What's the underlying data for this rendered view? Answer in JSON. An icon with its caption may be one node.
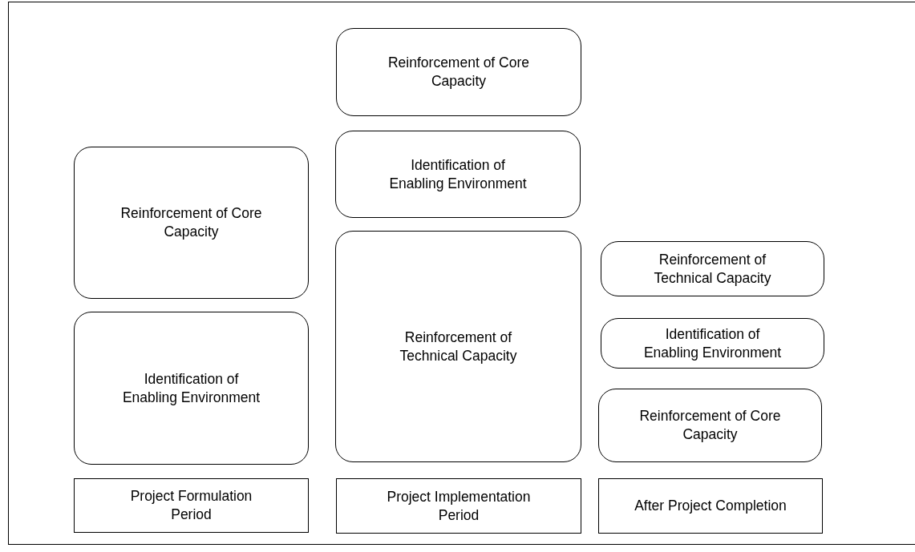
{
  "diagram": {
    "nodes": [
      {
        "text": [
          "Reinforcement of Core Capacity"
        ]
      },
      {
        "text": [
          "Identification of Enabling Environment"
        ]
      },
      {
        "text": [
          "Project Formulation Period"
        ]
      },
      {
        "text": [
          "Reinforcement of Core Capacity"
        ]
      },
      {
        "text": [
          "Identification of Enabling Environment"
        ]
      },
      {
        "text": [
          "Reinforcement of Technical Capacity"
        ]
      },
      {
        "text": [
          "Project Implementation Period"
        ]
      },
      {
        "text": [
          "Reinforcement of Technical Capacity"
        ]
      },
      {
        "text": [
          "Identification of Enabling Environment"
        ]
      },
      {
        "text": [
          "Reinforcement of Core Capacity"
        ]
      },
      {
        "text": [
          "After Project Completion"
        ]
      }
    ]
  }
}
